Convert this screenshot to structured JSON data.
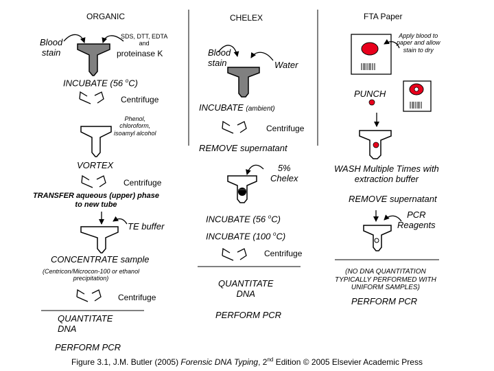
{
  "columns": {
    "organic": {
      "header": "ORGANIC",
      "blood_stain": [
        "Blood",
        "stain"
      ],
      "reagents": [
        "SDS, DTT, EDTA",
        "and"
      ],
      "proteinase": "proteinase K",
      "incubate_prefix": "INCUBATE (56 ",
      "incubate_unit": "C)",
      "centrifuge_1": "Centrifuge",
      "solvents": [
        "Phenol,",
        "chloroform,",
        "isoamyl alcohol"
      ],
      "vortex": "VORTEX",
      "centrifuge_2": "Centrifuge",
      "transfer": [
        "TRANSFER aqueous (upper) phase",
        "to new tube"
      ],
      "te_buffer": "TE buffer",
      "concentrate": "CONCENTRATE sample",
      "concentrate_note": [
        "(Centricon/Microcon-100 or ethanol",
        "precipitation)"
      ],
      "centrifuge_3": "Centrifuge",
      "quantitate": [
        "QUANTITATE",
        "DNA"
      ],
      "perform_pcr": "PERFORM PCR"
    },
    "chelex": {
      "header": "CHELEX",
      "blood_stain": [
        "Blood",
        "stain"
      ],
      "water": "Water",
      "incubate_ambient": "INCUBATE",
      "incubate_ambient_note": "(ambient)",
      "centrifuge_1": "Centrifuge",
      "remove_supernatant": "REMOVE supernatant",
      "chelex_pct": [
        "5%",
        "Chelex"
      ],
      "incubate_56_prefix": "INCUBATE (56 ",
      "incubate_56_unit": "C)",
      "incubate_100_prefix": "INCUBATE (100 ",
      "incubate_100_unit": "C)",
      "centrifuge_2": "Centrifuge",
      "quantitate": [
        "QUANTITATE",
        "DNA"
      ],
      "perform_pcr": "PERFORM PCR"
    },
    "fta": {
      "header": "FTA Paper",
      "apply_note": [
        "Apply blood to",
        "paper and allow",
        "stain to dry"
      ],
      "punch": "PUNCH",
      "wash": [
        "WASH Multiple Times with",
        "extraction buffer"
      ],
      "remove_supernatant": "REMOVE supernatant",
      "pcr_reagents": [
        "PCR",
        "Reagents"
      ],
      "no_quant_note": [
        "(NO DNA QUANTITATION",
        "TYPICALLY PERFORMED WITH",
        "UNIFORM SAMPLES)"
      ],
      "perform_pcr": "PERFORM PCR"
    }
  },
  "degree_symbol": "o",
  "caption": {
    "prefix": "Figure 3.1, J.M. Butler (2005) ",
    "book": "Forensic DNA Typing",
    "edition_mid": ", 2",
    "edition_sup": "nd",
    "suffix": " Edition © 2005 Elsevier Academic Press"
  },
  "colors": {
    "ink": "#000000",
    "tube_fill": "#808080",
    "blood": "#e8001c",
    "paper_border": "#000000"
  }
}
